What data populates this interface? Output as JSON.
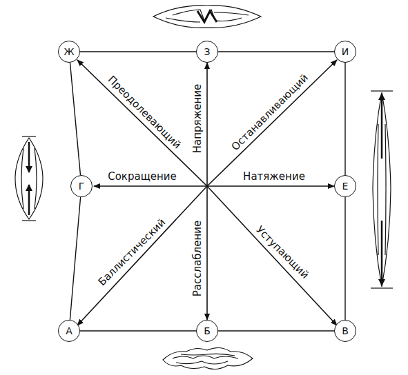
{
  "diagram": {
    "nodes": [
      {
        "text": [
          "Ж"
        ]
      },
      {
        "text": [
          "З"
        ]
      },
      {
        "text": [
          "И"
        ]
      },
      {
        "text": [
          "Г"
        ]
      },
      {
        "text": [
          "Е"
        ]
      },
      {
        "text": [
          "А"
        ]
      },
      {
        "text": [
          "Б"
        ]
      },
      {
        "text": [
          "В"
        ]
      }
    ],
    "edges": [
      {
        "from": 0,
        "to": 1,
        "arrow": "none"
      },
      {
        "from": 1,
        "to": 2,
        "arrow": "none"
      },
      {
        "from": 2,
        "to": 4,
        "arrow": "none"
      },
      {
        "from": 4,
        "to": 7,
        "arrow": "none"
      },
      {
        "from": 7,
        "to": 6,
        "arrow": "none"
      },
      {
        "from": 6,
        "to": 5,
        "arrow": "none"
      },
      {
        "from": 5,
        "to": 3,
        "arrow": "none"
      },
      {
        "from": 3,
        "to": 0,
        "arrow": "none"
      }
    ],
    "labels": [
      "Преодолевающий",
      "Напряжение",
      "Останавливающий",
      "Сокращение",
      "Натяжение",
      "Баллистический",
      "Расслабление",
      "Уступающий"
    ]
  }
}
